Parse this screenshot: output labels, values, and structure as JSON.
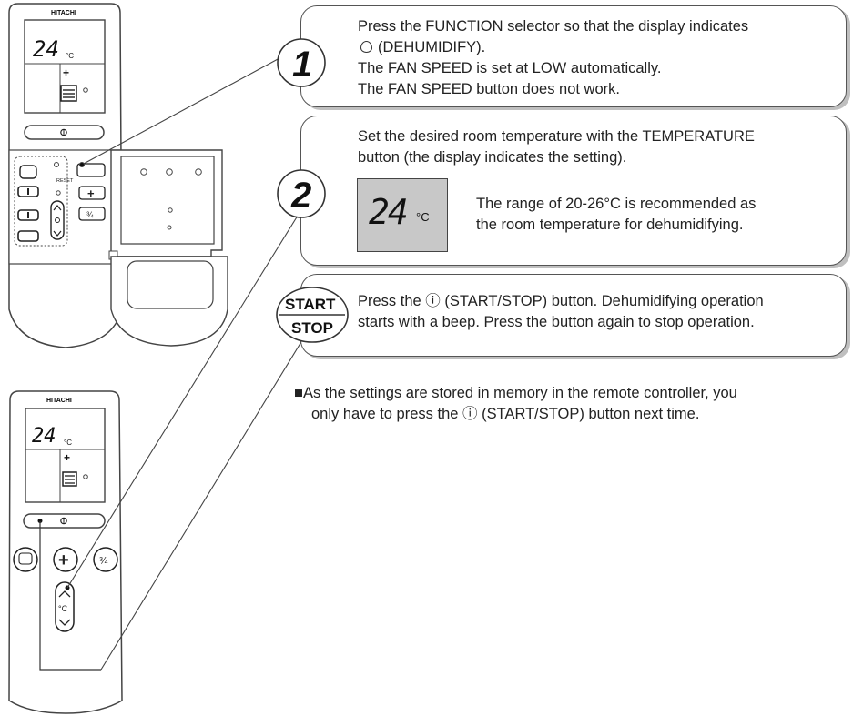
{
  "remote": {
    "brand": "HITACHI",
    "display_temp": "24",
    "display_unit": "°C",
    "plus_symbol": "+",
    "reset_label": "RESET",
    "timer_label": "¾"
  },
  "step1": {
    "number": "1",
    "line1": "Press the FUNCTION selector so that the display indicates",
    "line2": "(DEHUMIDIFY).",
    "line3": "The FAN SPEED is set at LOW automatically.",
    "line4": "The FAN SPEED button does not work."
  },
  "step2": {
    "number": "2",
    "line1": "Set the desired room temperature with the TEMPERATURE",
    "line2": "button (the display indicates the setting).",
    "lcd_temp": "24",
    "lcd_unit": "°C",
    "range_line1": "The range of 20-26°C is recommended as",
    "range_line2": "the room temperature for dehumidifying."
  },
  "step3": {
    "start_label": "START",
    "stop_label": "STOP",
    "line1": "Press the ⓘ (START/STOP) button. Dehumidifying operation",
    "line2": "starts with a beep. Press the button again to stop operation."
  },
  "note": {
    "line1": "■As the settings are stored in memory in the remote controller, you",
    "line2": "only have to press the ⓘ (START/STOP) button next time."
  }
}
